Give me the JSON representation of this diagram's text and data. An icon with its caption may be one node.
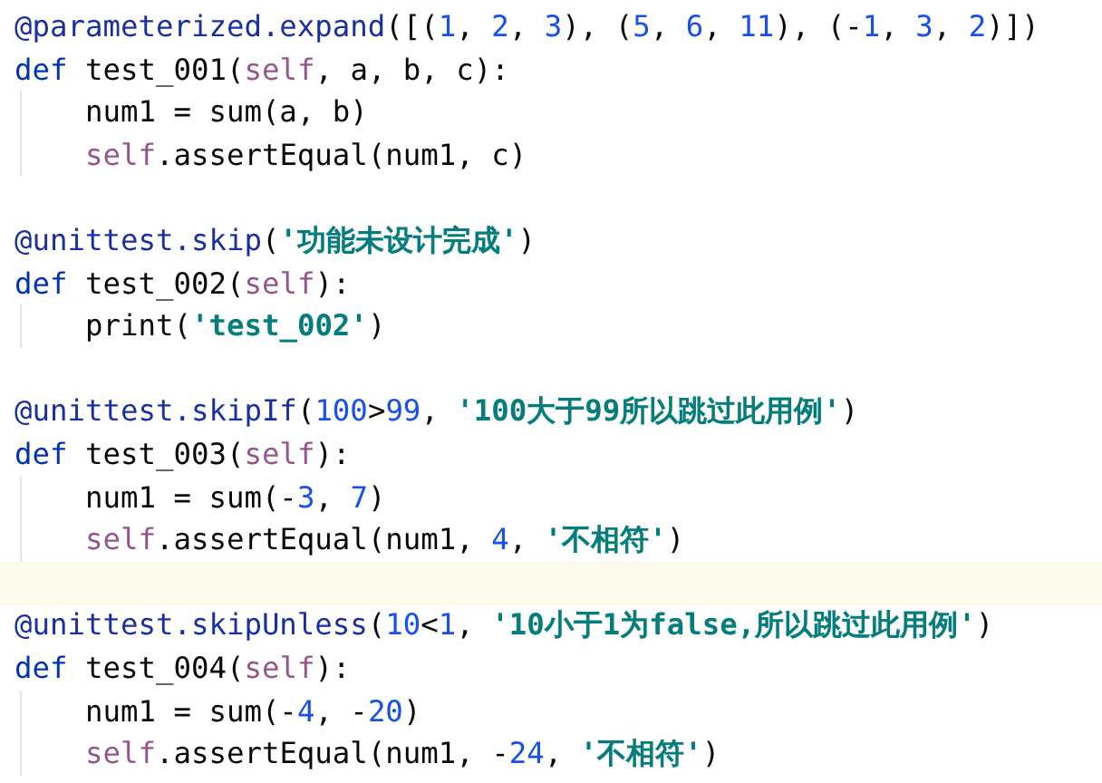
{
  "diagram": {
    "labels": [
      "@parameterized.expand([(1, 2, 3), (5, 6, 11), (-1, 3, 2)])",
      "def test_001(self, a, b, c):",
      "    num1 = sum(a, b)",
      "    self.assertEqual(num1, c)",
      "@unittest.skip('功能未设计完成')",
      "def test_002(self):",
      "    print('test_002')",
      "@unittest.skipIf(100>99, '100大于99所以跳过此用例')",
      "def test_003(self):",
      "    num1 = sum(-3, 7)",
      "    self.assertEqual(num1, 4, '不相符')",
      "@unittest.skipUnless(10<1, '10小于1为false,所以跳过此用例')",
      "def test_004(self):",
      "    num1 = sum(-4, -20)",
      "    self.assertEqual(num1, -24, '不相符')"
    ]
  }
}
